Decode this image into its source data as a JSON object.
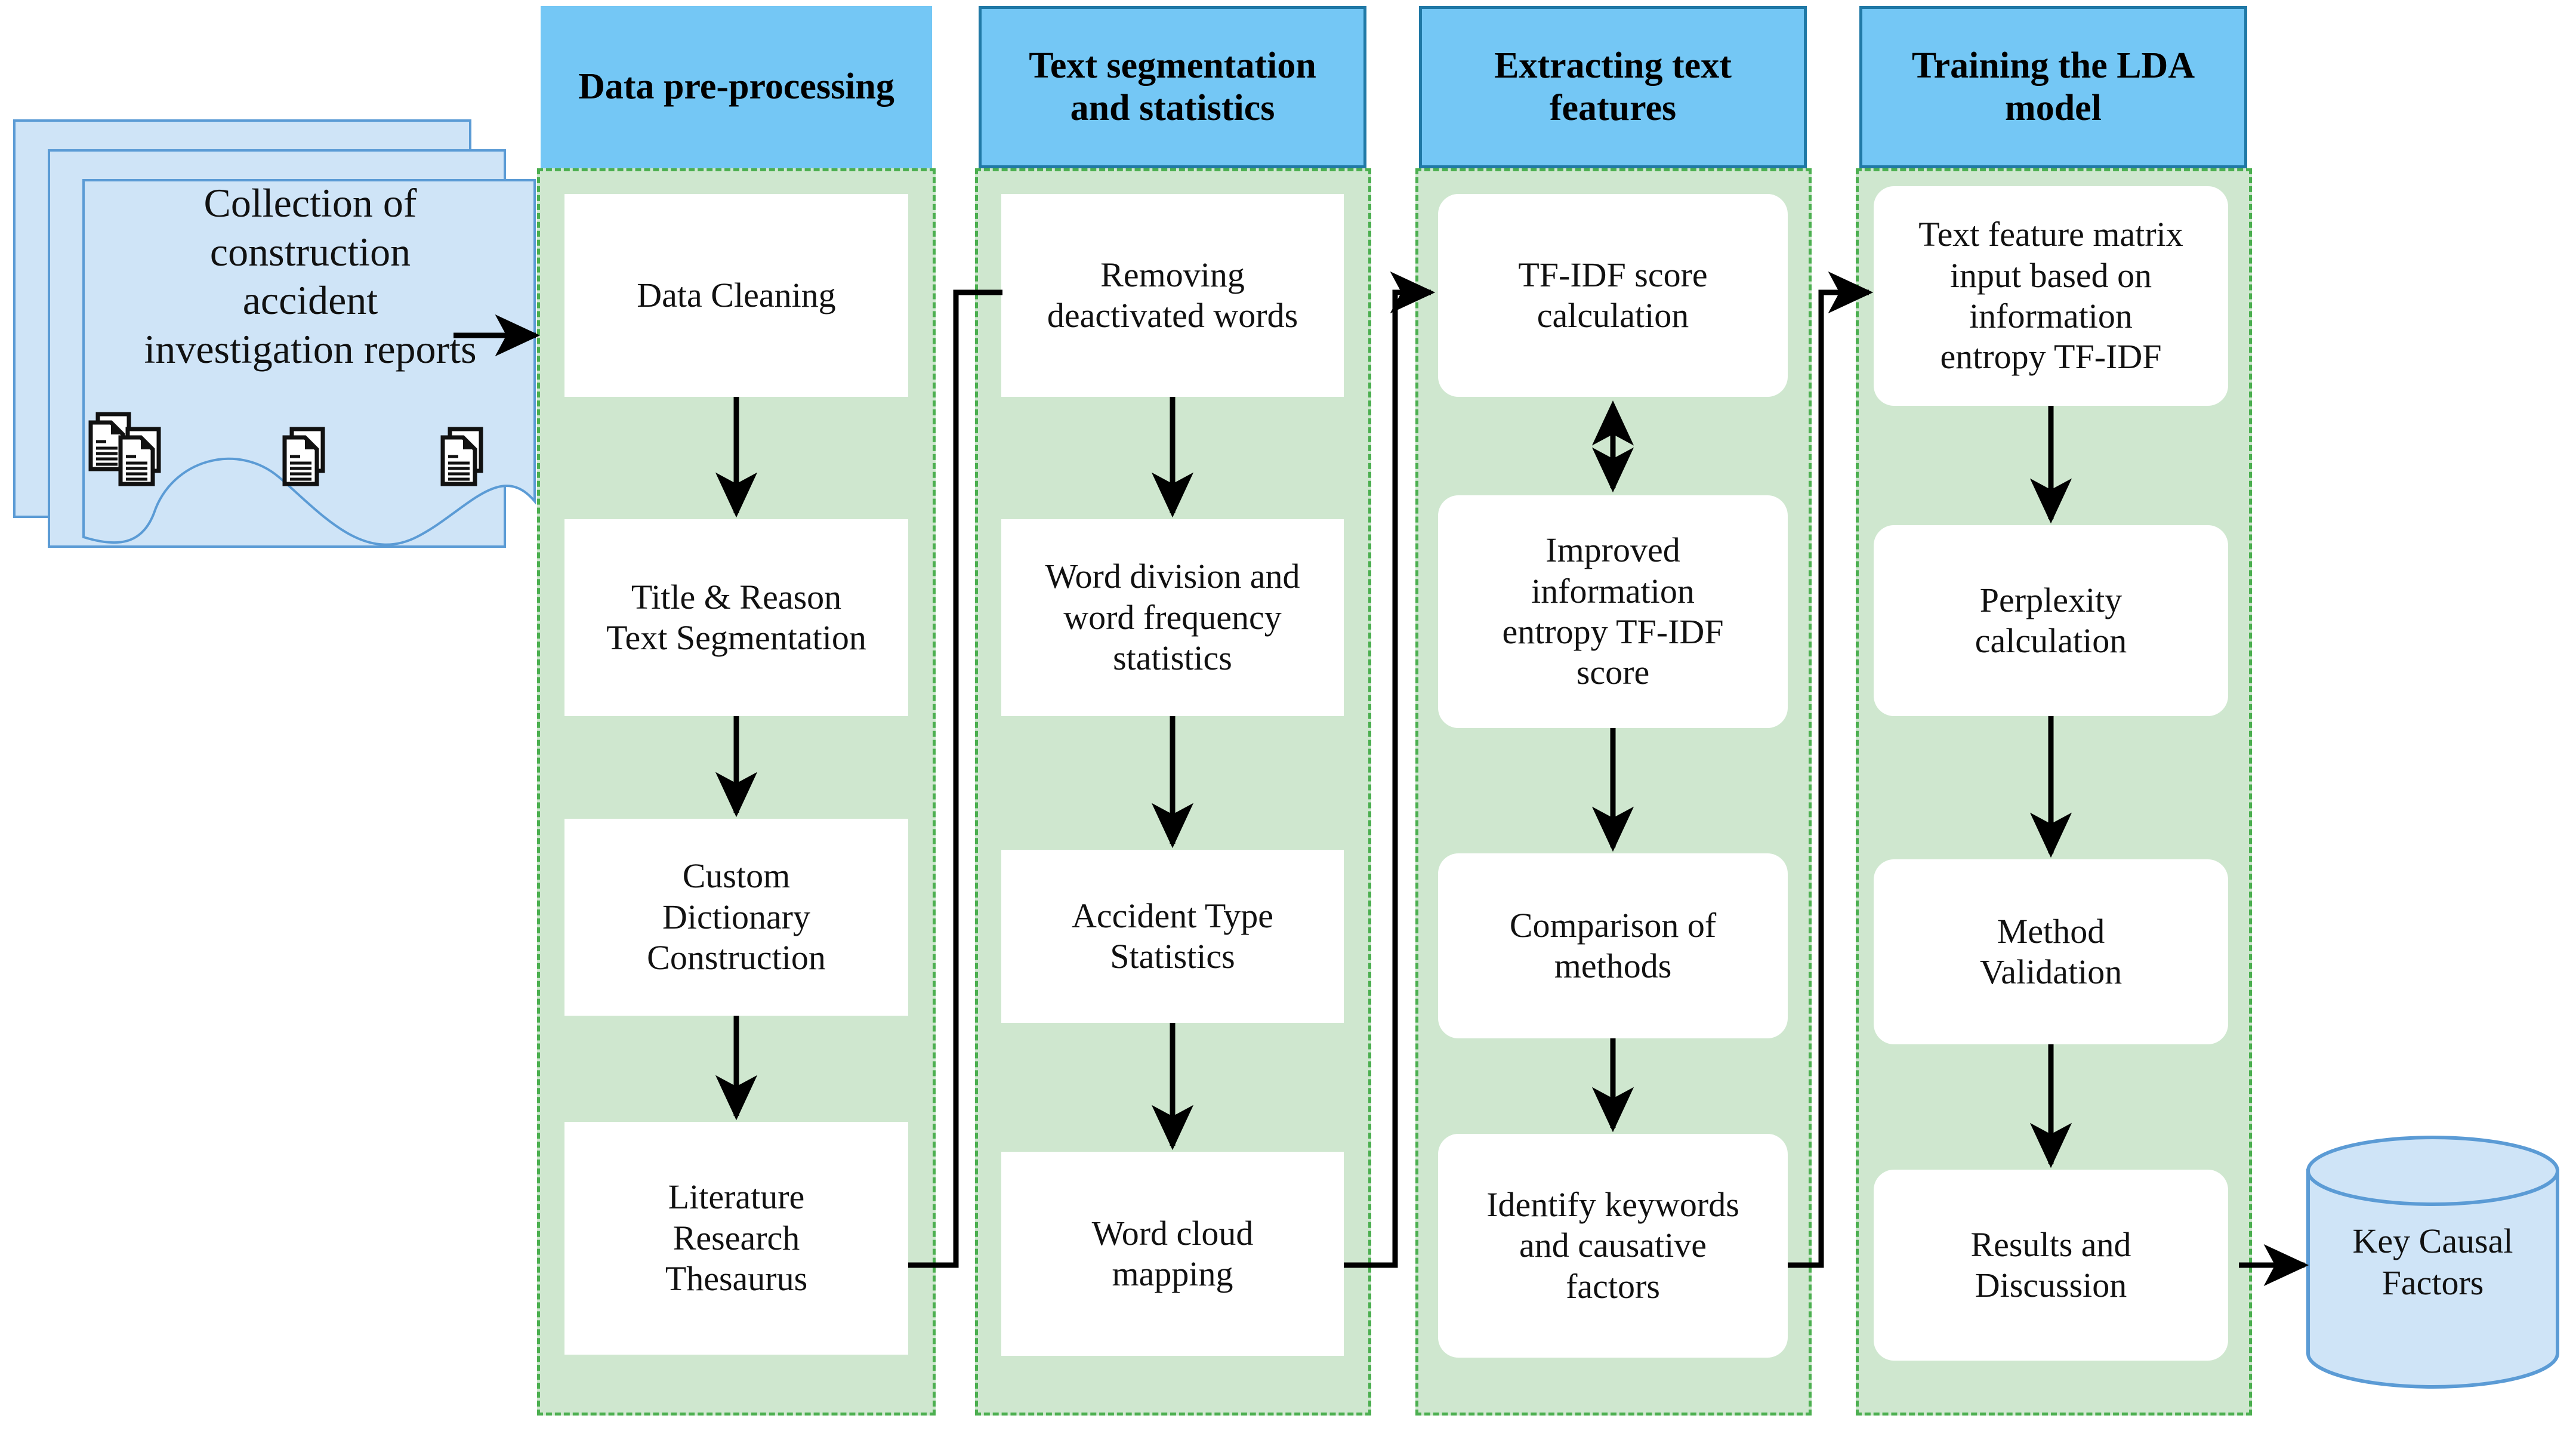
{
  "source": {
    "label": "Collection of\nconstruction\naccident\ninvestigation reports",
    "icon": "documents-stack-icon",
    "fill": "#cfe4f7",
    "stroke": "#5b9bd5"
  },
  "colors": {
    "header_fill": "#74c7f5",
    "header_stroke": "#2079a6",
    "panel_fill": "#cfe7cf",
    "panel_stroke": "#4caf50",
    "box_fill": "#ffffff",
    "arrow": "#000000",
    "cylinder_fill": "#cfe4f7",
    "cylinder_stroke": "#5b9bd5"
  },
  "stages": [
    {
      "id": "data-pre-processing",
      "header": "Data pre-processing",
      "boxes": [
        "Data Cleaning",
        "Title & Reason\nText Segmentation",
        "Custom\nDictionary\nConstruction",
        "Literature\nResearch\nThesaurus"
      ]
    },
    {
      "id": "text-segmentation-and-statistics",
      "header": "Text segmentation\nand statistics",
      "boxes": [
        "Removing\ndeactivated words",
        "Word division and\nword frequency\nstatistics",
        "Accident Type\nStatistics",
        "Word cloud\nmapping"
      ]
    },
    {
      "id": "extracting-text-features",
      "header": "Extracting text\nfeatures",
      "boxes": [
        "TF-IDF score\ncalculation",
        "Improved\ninformation\nentropy TF-IDF\nscore",
        "Comparison of\nmethods",
        "Identify keywords\nand causative\nfactors"
      ]
    },
    {
      "id": "training-the-lda-model",
      "header": "Training the LDA\nmodel",
      "boxes": [
        "Text feature matrix\ninput based on\ninformation\nentropy TF-IDF",
        "Perplexity\ncalculation",
        "Method\nValidation",
        "Results and\nDiscussion"
      ]
    }
  ],
  "output": {
    "label": "Key Causal\nFactors",
    "shape": "cylinder"
  }
}
